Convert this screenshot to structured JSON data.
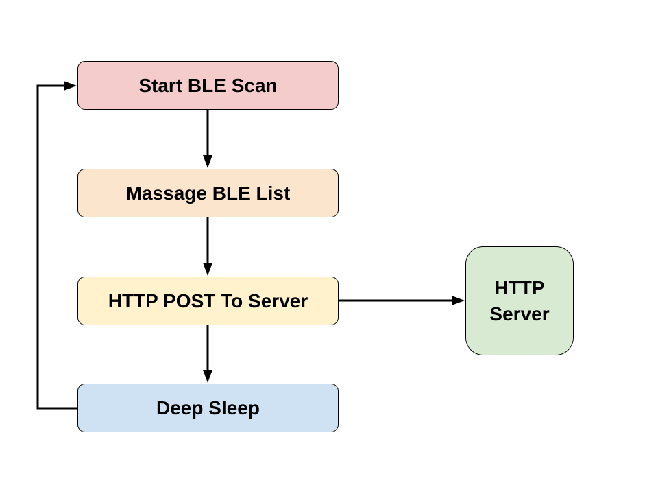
{
  "diagram": {
    "nodes": {
      "start_ble_scan": {
        "label": "Start BLE Scan",
        "color": "#f4cccc"
      },
      "massage_ble_list": {
        "label": "Massage BLE List",
        "color": "#fce5cd"
      },
      "http_post": {
        "label": "HTTP POST To Server",
        "color": "#fff2cc"
      },
      "deep_sleep": {
        "label": "Deep Sleep",
        "color": "#cfe2f3"
      },
      "http_server": {
        "label": "HTTP\nServer",
        "color": "#d9ead3"
      }
    },
    "edges": [
      {
        "from": "start_ble_scan",
        "to": "massage_ble_list"
      },
      {
        "from": "massage_ble_list",
        "to": "http_post"
      },
      {
        "from": "http_post",
        "to": "deep_sleep"
      },
      {
        "from": "http_post",
        "to": "http_server"
      },
      {
        "from": "deep_sleep",
        "to": "start_ble_scan"
      }
    ],
    "stroke_color": "#000000"
  }
}
